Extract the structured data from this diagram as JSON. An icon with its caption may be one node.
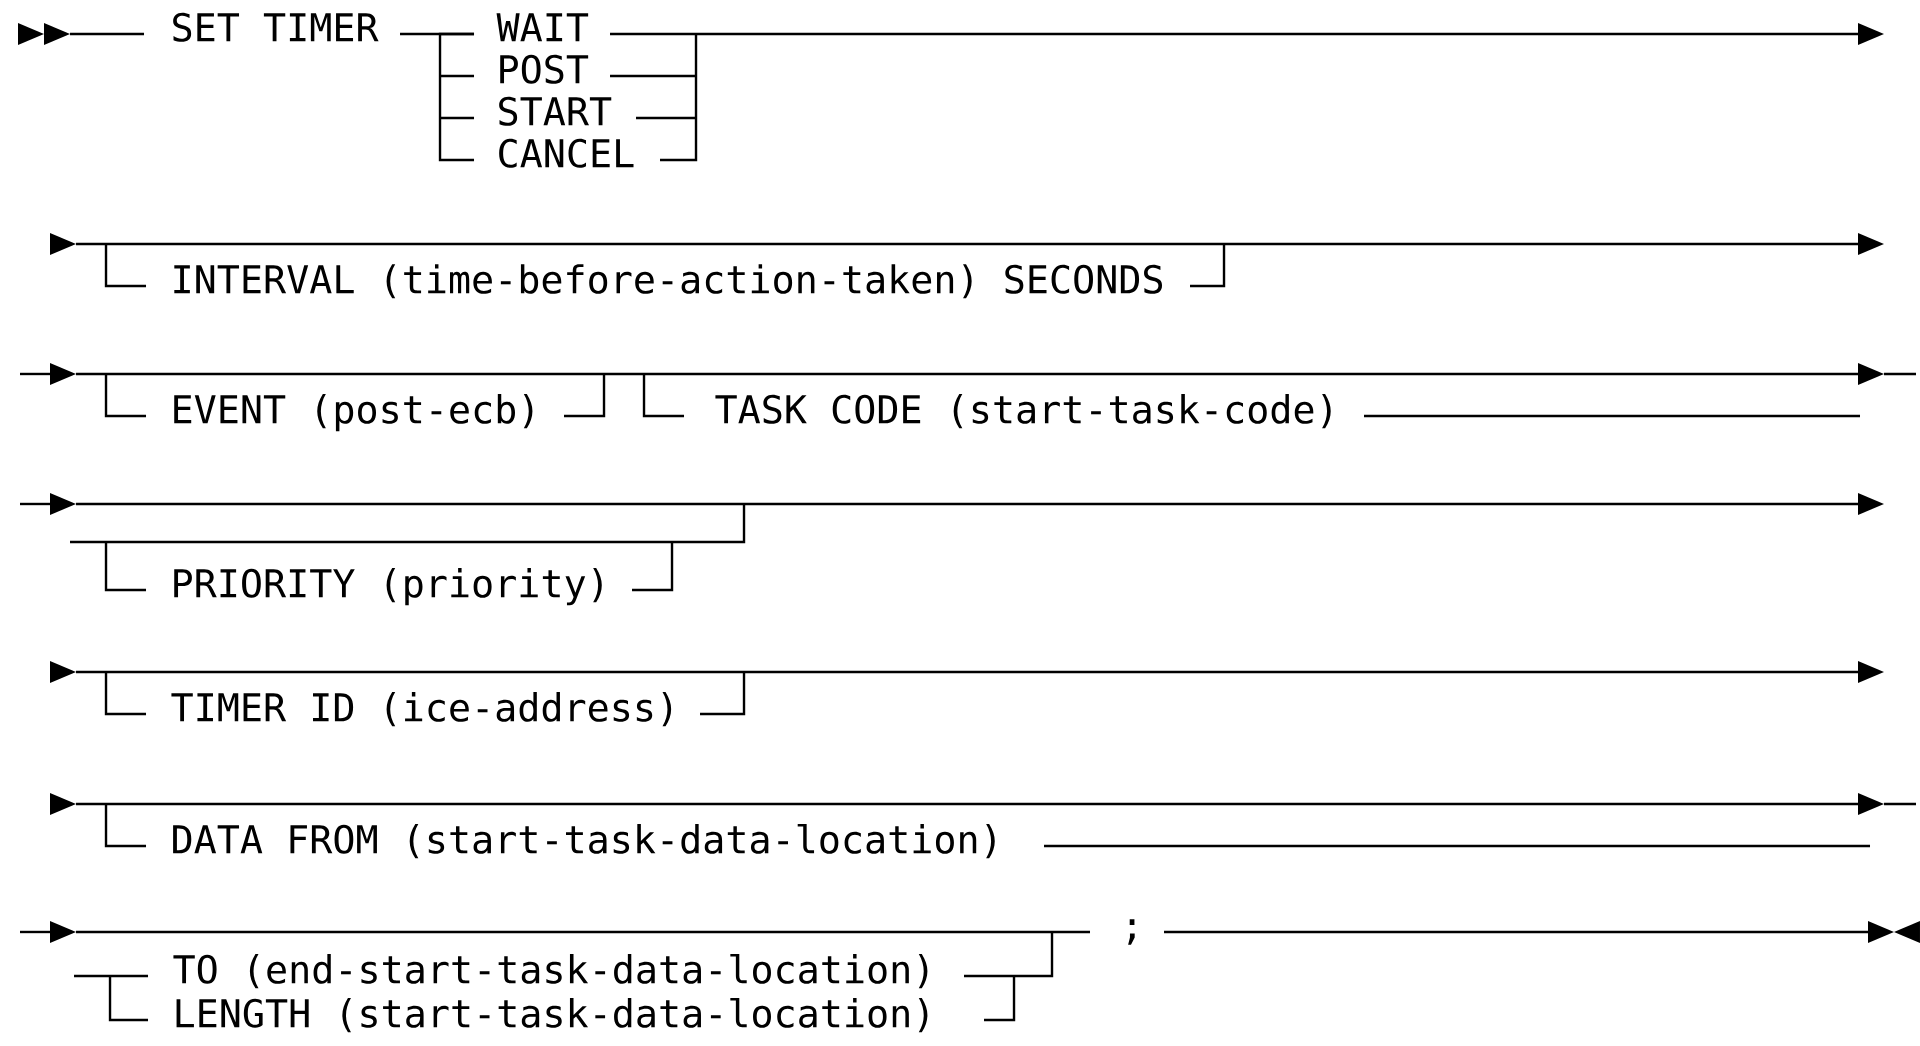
{
  "diagram": {
    "labels": [
      "SET TIMER",
      "WAIT",
      "POST",
      "START",
      "CANCEL",
      "INTERVAL (time-before-action-taken) SECONDS",
      "EVENT (post-ecb)",
      "TASK CODE (start-task-code)",
      "PRIORITY (priority)",
      "TIMER ID (ice-address)",
      "DATA FROM (start-task-data-location)",
      "TO (end-start-task-data-location)",
      "LENGTH (start-task-data-location)",
      ";"
    ]
  }
}
